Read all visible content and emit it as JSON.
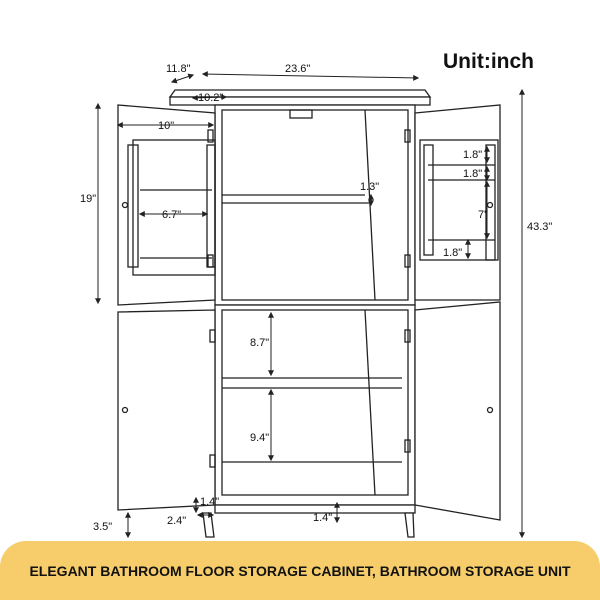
{
  "unit_label": "Unit:inch",
  "banner_text": "ELEGANT BATHROOM FLOOR STORAGE CABINET, BATHROOM STORAGE UNIT",
  "dimensions": {
    "depth_top": "11.8\"",
    "width_top": "23.6\"",
    "top_inner": "10.2\"",
    "door_width": "10\"",
    "upper_height": "19\"",
    "door_shelf_width": "6.7\"",
    "shelf_gap": "1.3\"",
    "rack_a": "1.8\"",
    "rack_b": "1.8\"",
    "rack_height": "7\"",
    "rack_c": "1.8\"",
    "total_height": "43.3\"",
    "lower_shelf_upper": "8.7\"",
    "lower_shelf_lower": "9.4\"",
    "leg_gap": "1.4\"",
    "leg_width": "2.4\"",
    "base_gap": "1.4\"",
    "leg_height": "3.5\""
  },
  "colors": {
    "banner": "#f6cd6a",
    "line": "#222222"
  }
}
